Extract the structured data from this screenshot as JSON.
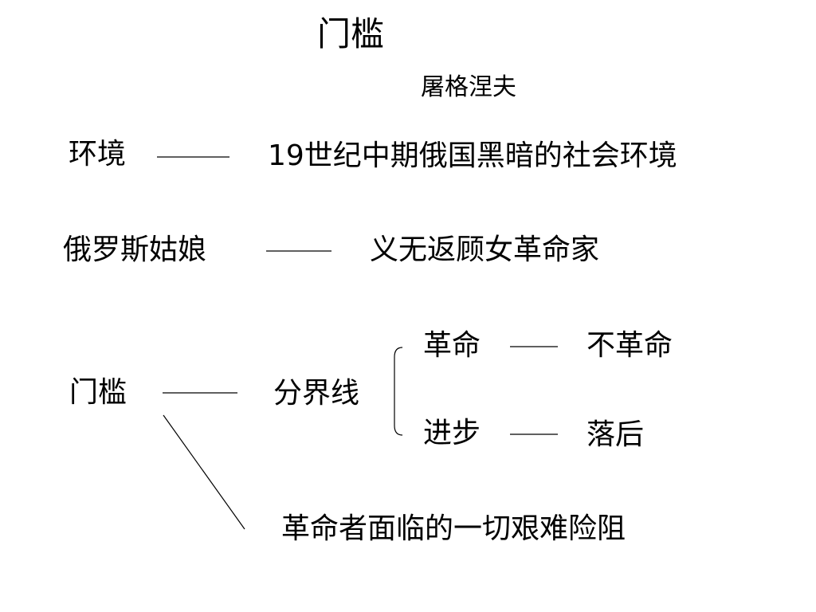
{
  "title": "门槛",
  "author": "屠格涅夫",
  "rows": {
    "environment": {
      "term": "环境",
      "meaning": "19世纪中期俄国黑暗的社会环境"
    },
    "russian_girl": {
      "term": "俄罗斯姑娘",
      "meaning": "义无返顾女革命家"
    },
    "threshold": {
      "term": "门槛",
      "meaning": "分界线",
      "pairs": [
        {
          "left": "革命",
          "right": "不革命"
        },
        {
          "left": "进步",
          "right": "落后"
        }
      ],
      "extra": "革命者面临的一切艰难险阻"
    }
  }
}
